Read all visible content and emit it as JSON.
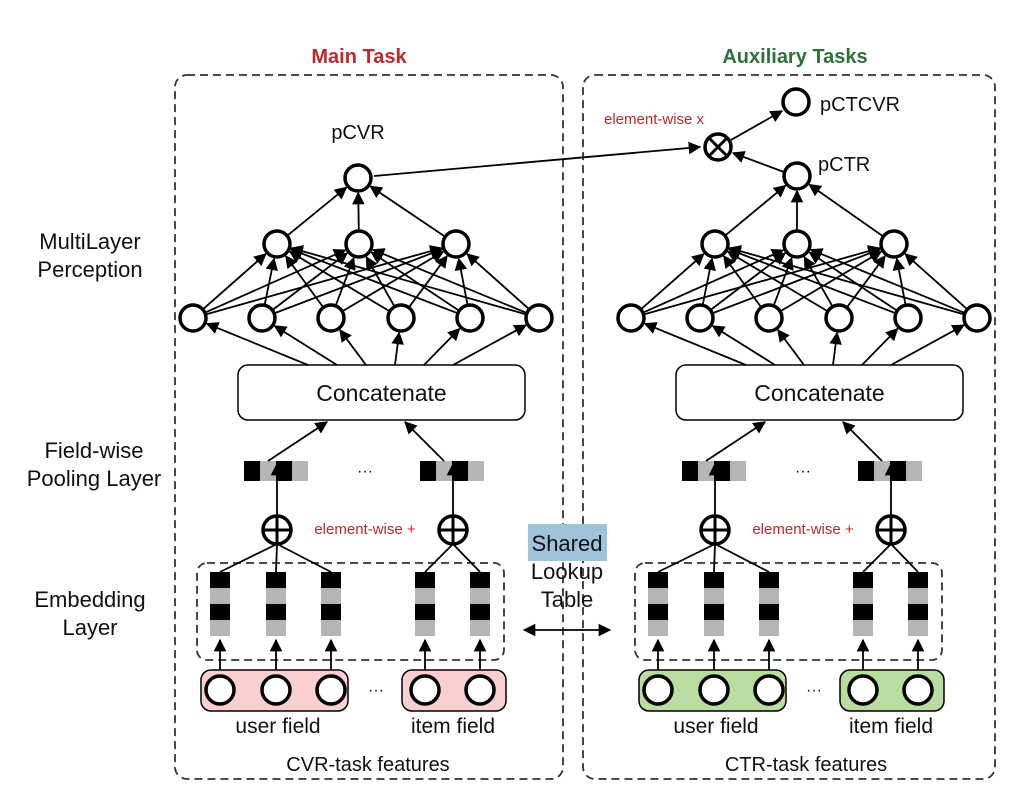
{
  "diagram": {
    "sections": {
      "main": {
        "title": "Main Task",
        "features_label": "CVR-task features",
        "output_label": "pCVR",
        "output_color": "#f07a85"
      },
      "aux": {
        "title": "Auxiliary Tasks",
        "features_label": "CTR-task features",
        "output_label": "pCTR",
        "final_label": "pCTCVR",
        "output_color": "#76bf4b"
      }
    },
    "layer_labels": [
      {
        "line1": "MultiLayer",
        "line2": "Perception"
      },
      {
        "line1": "Field-wise",
        "line2": "Pooling Layer"
      },
      {
        "line1": "Embedding",
        "line2": "Layer"
      }
    ],
    "concat_label": "Concatenate",
    "element_wise_sum_label": "element-wise +",
    "element_wise_product_label": "element-wise x",
    "ellipsis": "···",
    "shared_lookup": {
      "line1": "Shared",
      "line2": "Lookup",
      "line3": "Table",
      "highlight_color": "#9ec3db"
    },
    "field_labels": {
      "user": "user field",
      "item": "item field"
    },
    "colors": {
      "main_title": "#c0282d",
      "aux_title": "#2e7238",
      "cvr_field_fill": "#f9cfcf",
      "ctr_field_fill": "#b9dca0",
      "embedding_bg": "#e1e2e4",
      "cell_dark": "#000000",
      "cell_light": "#b5b5b5"
    }
  }
}
